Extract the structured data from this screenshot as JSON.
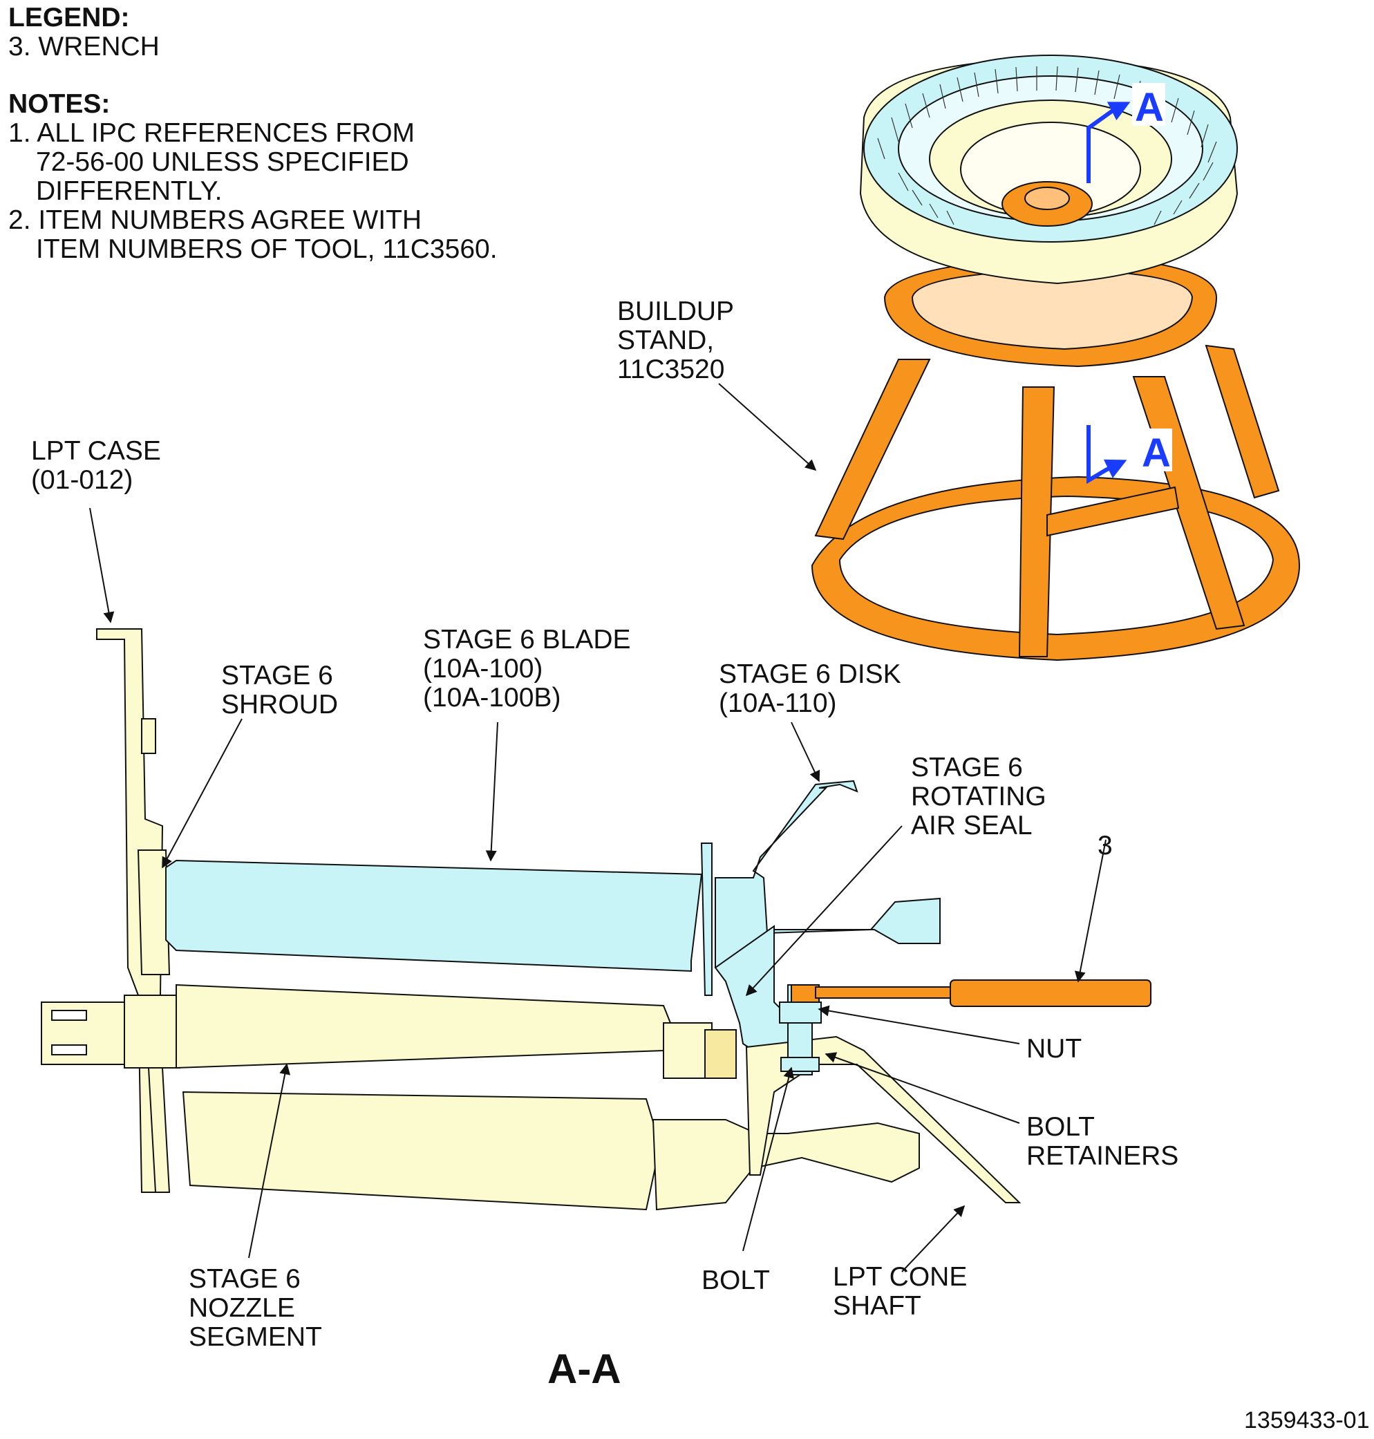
{
  "legend": {
    "title": "LEGEND:",
    "items": [
      "3. WRENCH"
    ]
  },
  "notes": {
    "title": "NOTES:",
    "items": [
      [
        "1. ALL IPC REFERENCES FROM",
        "72-56-00 UNLESS SPECIFIED",
        "DIFFERENTLY."
      ],
      [
        "2. ITEM NUMBERS AGREE WITH",
        "ITEM NUMBERS OF TOOL, 11C3560."
      ]
    ]
  },
  "callouts": {
    "buildup_stand": [
      "BUILDUP",
      "STAND,",
      "11C3520"
    ],
    "lpt_case": [
      "LPT CASE",
      "(01-012)"
    ],
    "stage6_blade": [
      "STAGE 6 BLADE",
      "(10A-100)",
      "(10A-100B)"
    ],
    "stage6_shroud": [
      "STAGE 6",
      "SHROUD"
    ],
    "stage6_disk": [
      "STAGE 6 DISK",
      "(10A-110)"
    ],
    "stage6_rotating_air_seal": [
      "STAGE 6",
      "ROTATING",
      "AIR SEAL"
    ],
    "wrench_item": "3",
    "nut": "NUT",
    "bolt_retainers": [
      "BOLT",
      "RETAINERS"
    ],
    "stage6_nozzle_segment": [
      "STAGE 6",
      "NOZZLE",
      "SEGMENT"
    ],
    "bolt": "BOLT",
    "lpt_cone_shaft": [
      "LPT CONE",
      "SHAFT"
    ]
  },
  "section_markers": [
    "A",
    "A"
  ],
  "section_title": "A-A",
  "figure_number": "1359433-01",
  "colors": {
    "stand_orange": "#f7941d",
    "blade_blue": "#c8f4f8",
    "nozzle_yellow": "#fcfbcf",
    "section_arrow_blue": "#1a3cff",
    "outline": "#111111"
  }
}
